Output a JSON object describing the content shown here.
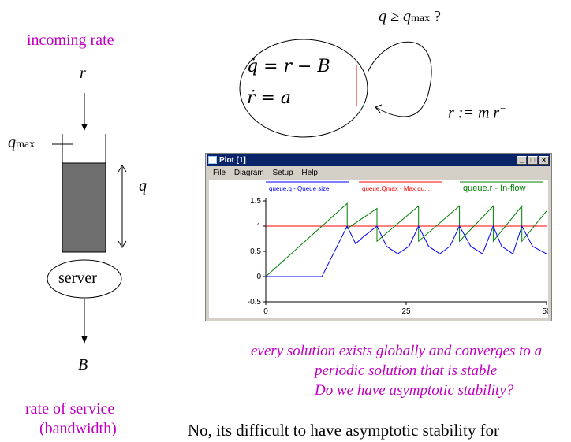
{
  "left": {
    "incoming_label": "incoming rate",
    "r_symbol": "r",
    "qmax_symbol": "q",
    "qmax_sub": "max",
    "q_symbol": "q",
    "server_label": "server",
    "b_symbol": "B",
    "service_line1": "rate of service",
    "service_line2": "(bandwidth)"
  },
  "automaton": {
    "guard": "q ≥ q",
    "guard_sub": "max",
    "guard_tail": " ?",
    "eq1": "q̇ = r − B",
    "eq2": "ṙ = a",
    "reset": "r := m r",
    "reset_sup": "−"
  },
  "window": {
    "title": "Plot [1]",
    "menu": [
      "File",
      "Diagram",
      "Setup",
      "Help"
    ],
    "min_btn": "_",
    "max_btn": "□",
    "close_btn": "×"
  },
  "chart_data": {
    "type": "line",
    "xlim": [
      0,
      50
    ],
    "ylim": [
      -0.5,
      1.5
    ],
    "xticks": [
      "0",
      "25",
      "50"
    ],
    "yticks": [
      "-0.5",
      "0",
      "0.5",
      "1",
      "1.5"
    ],
    "legend_placement": "top",
    "series": [
      {
        "name": "queue.q - Queue size",
        "color": "#0000ff",
        "x": [
          0,
          10,
          14.5,
          16,
          17.5,
          19.8,
          21.5,
          23.5,
          25.5,
          27.2,
          29,
          31,
          32.8,
          34.5,
          36.5,
          38.6,
          40.5,
          42,
          44,
          45.6,
          47.5,
          50
        ],
        "y": [
          0,
          0,
          1,
          0.65,
          0.8,
          1,
          0.6,
          0.45,
          0.6,
          1,
          0.6,
          0.45,
          0.6,
          1,
          0.6,
          0.45,
          1,
          0.6,
          0.45,
          1,
          0.6,
          0.45
        ]
      },
      {
        "name": "queue.Qmax - Max qu...",
        "color": "#ff0000",
        "x": [
          0,
          50
        ],
        "y": [
          1,
          1
        ]
      },
      {
        "name": "queue.r - In-flow",
        "color": "#008000",
        "x": [
          0,
          14.5,
          14.5,
          19.8,
          19.8,
          27.2,
          27.2,
          34.5,
          34.5,
          40.5,
          40.5,
          45.6,
          45.6,
          50
        ],
        "y": [
          0,
          1.45,
          0.95,
          1.35,
          0.7,
          1.4,
          0.7,
          1.4,
          0.7,
          1.4,
          0.7,
          1.4,
          0.7,
          1.3
        ]
      }
    ]
  },
  "captions": {
    "line1": "every solution exists globally and converges to a",
    "line2": "periodic solution that is stable",
    "line3": "Do we have asymptotic stability?",
    "bottom": "No, its difficult to have asymptotic stability for"
  }
}
